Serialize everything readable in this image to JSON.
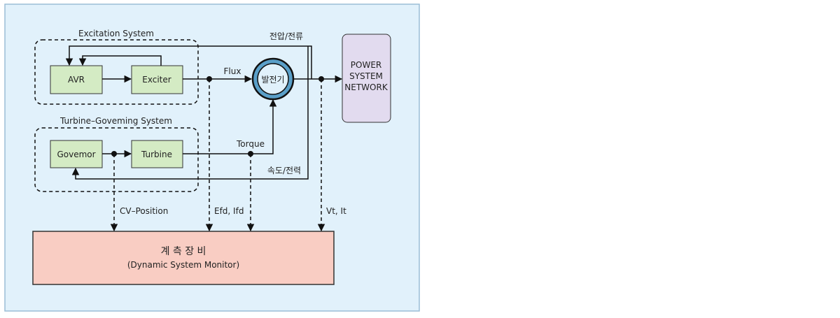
{
  "groups": {
    "excitation": "Excitation System",
    "turbine_governing": "Turbine–Goveming System"
  },
  "blocks": {
    "avr": "AVR",
    "exciter": "Exciter",
    "governor": "Govemor",
    "turbine": "Turbine",
    "generator": "발전기",
    "network_line1": "POWER",
    "network_line2": "SYSTEM",
    "network_line3": "NETWORK",
    "monitor_title": "계 측 장 비",
    "monitor_subtitle": "(Dynamic System Monitor)"
  },
  "signals": {
    "flux": "Flux",
    "torque": "Torque",
    "voltage_current": "전압/전류",
    "speed_power": "속도/전력",
    "cv_position": "CV–Position",
    "efd_ifd": "Efd, Ifd",
    "vt_it": "Vt, It"
  },
  "colors": {
    "background": "#e1f1fb",
    "frame_border": "#9bbdd6",
    "control_block": "#d4ebc4",
    "network_block": "#e2dbef",
    "monitor_block": "#f9cdc3",
    "generator_ring": "#5a9fc8"
  }
}
